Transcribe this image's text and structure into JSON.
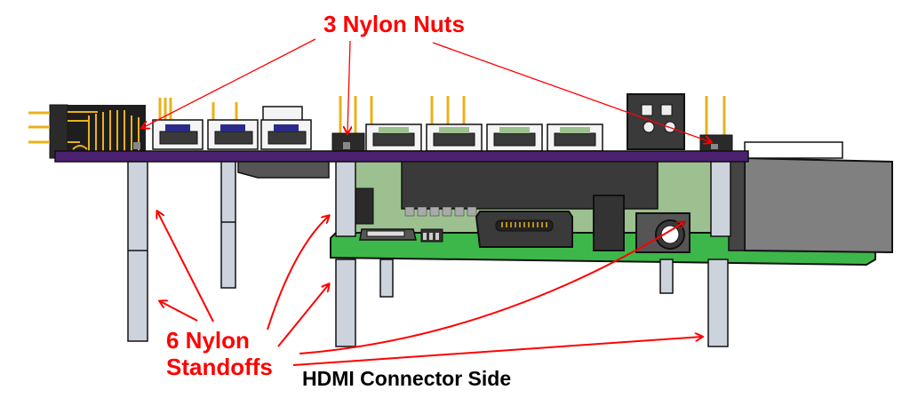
{
  "annotations": {
    "nuts_label": "3 Nylon Nuts",
    "standoffs_label_line1": "6 Nylon",
    "standoffs_label_line2": "Standoffs",
    "side_label": "HDMI Connector Side"
  },
  "colors": {
    "annotation": "#ff0000",
    "arrow_dark": "#b01010",
    "top_board": "#4b2170",
    "bottom_board": "#3db74a",
    "inner_board": "#9cc08f",
    "standoff": "#ccd3dc",
    "header_pin": "#e8b21c",
    "connector_body": "#f4f4f4",
    "component_dark": "#3a3a3a",
    "ethernet_block": "#808080",
    "outline": "#111111"
  },
  "components": {
    "top_board": "Purple stacking board",
    "bottom_board": "Green base board",
    "connectors": [
      "JST connector",
      "JST connector",
      "JST connector",
      "JST connector",
      "JST connector",
      "JST connector",
      "JST connector"
    ],
    "terminal_block": "Screw terminal",
    "hdmi_port": "HDMI connector",
    "usb_port": "Micro USB connector",
    "audio_jack": "Audio jack",
    "ethernet": "Ethernet block"
  }
}
